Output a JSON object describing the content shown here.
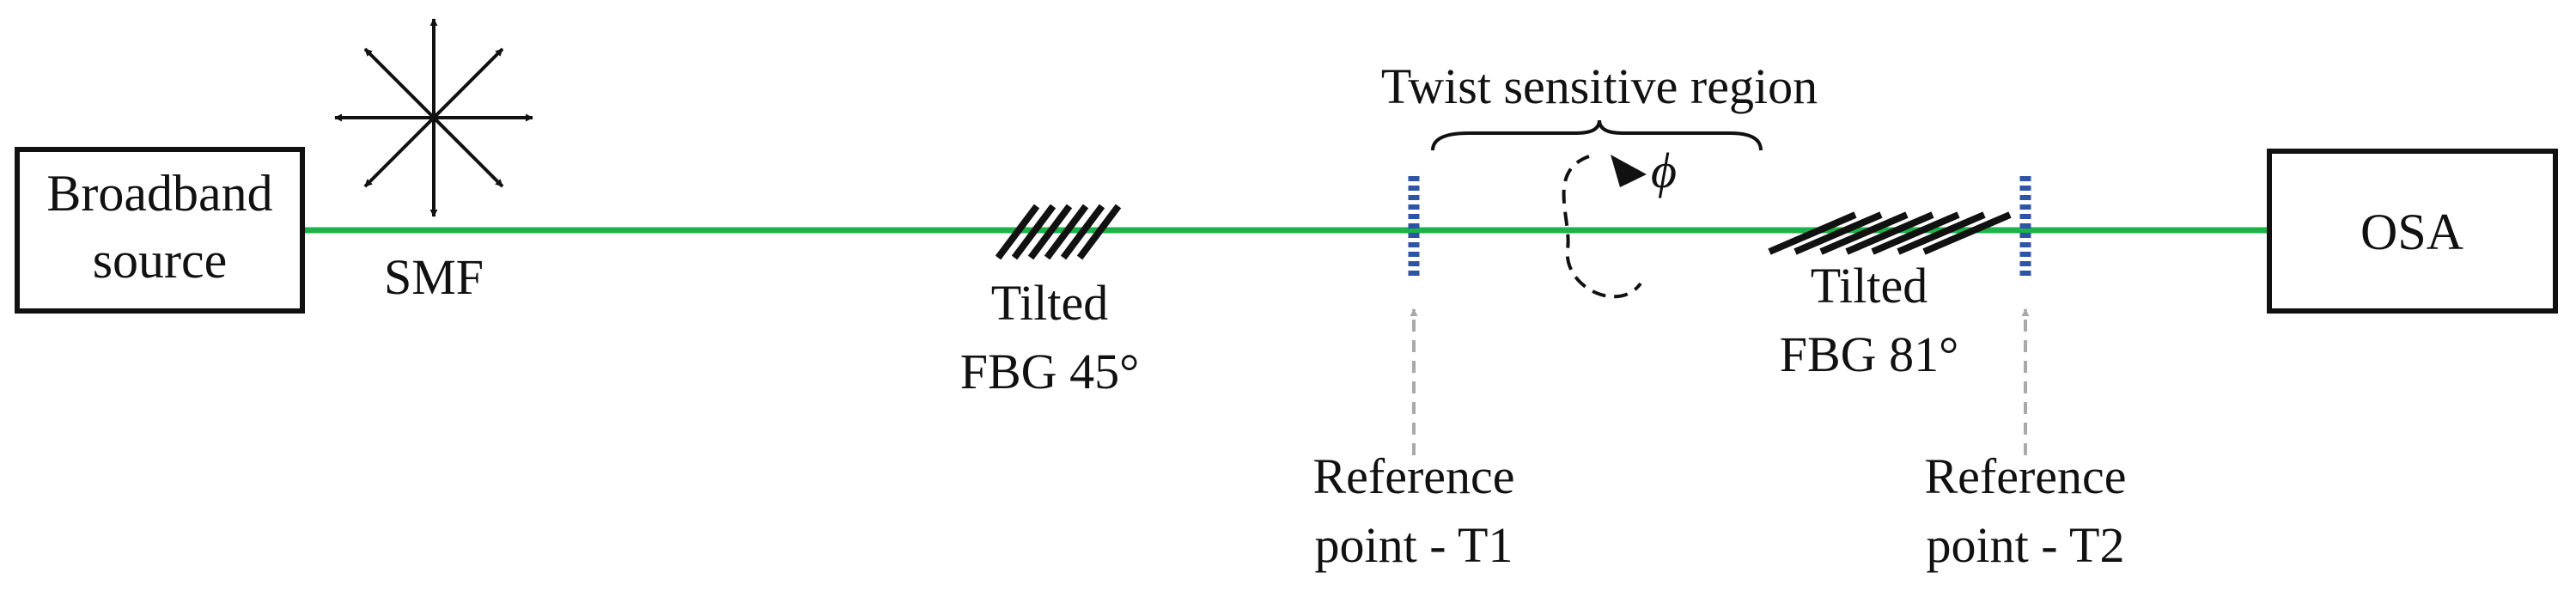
{
  "diagram": {
    "source_label_1": "Broadband",
    "source_label_2": "source",
    "fiber_label": "SMF",
    "fbg45_label_1": "Tilted",
    "fbg45_label_2": "FBG 45°",
    "twist_label": "Twist sensitive region",
    "phi_label": "ϕ",
    "fbg81_label_1": "Tilted",
    "fbg81_label_2": "FBG 81°",
    "ref1_label_1": "Reference",
    "ref1_label_2": "point - T1",
    "ref2_label_1": "Reference",
    "ref2_label_2": "point - T2",
    "osa_label": "OSA"
  },
  "colors": {
    "fiber": "#1db34a",
    "reference_marker": "#2e54a4",
    "reference_arrow": "#a9a9a9",
    "ink": "#111111"
  }
}
